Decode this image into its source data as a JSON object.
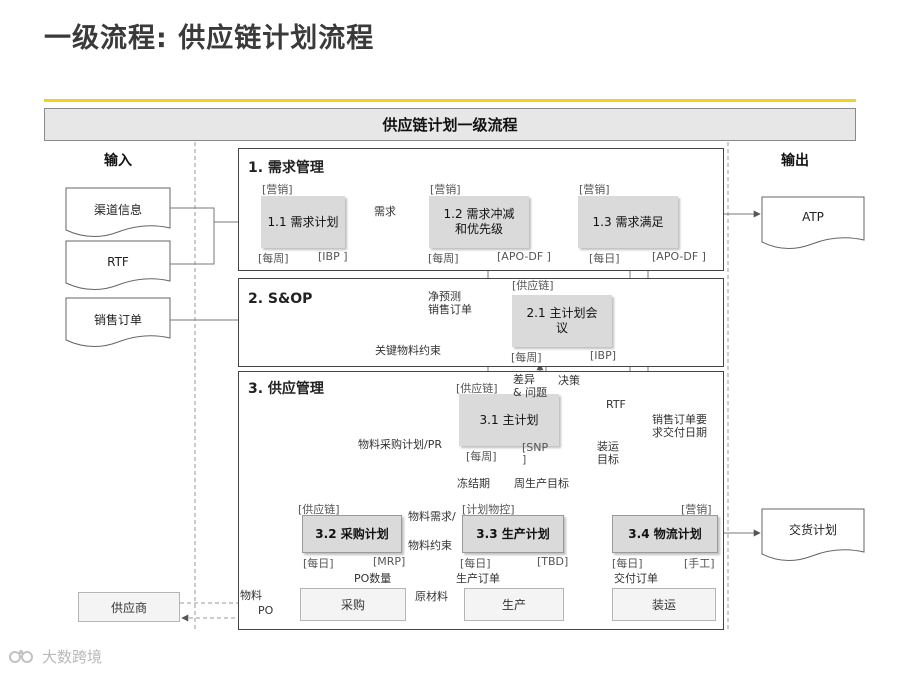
{
  "page_title": "一级流程: 供应链计划流程",
  "banner": "供应链计划一级流程",
  "columns": {
    "input": "输入",
    "output": "输出"
  },
  "inputs": [
    "渠道信息",
    "RTF",
    "销售订单"
  ],
  "outputs": [
    "ATP",
    "交货计划"
  ],
  "panels": {
    "demand": "1. 需求管理",
    "sop": "2. S&OP",
    "supply": "3. 供应管理"
  },
  "boxes": {
    "b11": {
      "label": "1.1 需求计划",
      "owner": "[营销]",
      "freq": "[每周]",
      "system": "[IBP ]"
    },
    "b12": {
      "label": "1.2 需求冲减\n和优先级",
      "owner": "[营销]",
      "freq": "[每周]",
      "system": "[APO-DF ]"
    },
    "b13": {
      "label": "1.3 需求满足",
      "owner": "[营销]",
      "freq": "[每日]",
      "system": "[APO-DF ]"
    },
    "b21": {
      "label": "2.1 主计划会\n议",
      "owner": "[供应链]",
      "freq": "[每周]",
      "system": "[IBP]"
    },
    "b31": {
      "label": "3.1 主计划",
      "owner": "[供应链]",
      "freq": "[每周]",
      "system": "[SNP\n]"
    },
    "b32": {
      "label": "3.2 采购计划",
      "owner": "[供应链]",
      "freq": "[每日]",
      "system": "[MRP]"
    },
    "b33": {
      "label": "3.3 生产计划",
      "owner": "[计划物控]",
      "freq": "[每日]",
      "system": "[TBD]"
    },
    "b34": {
      "label": "3.4 物流计划",
      "owner": "[营销]",
      "freq": "[每日]",
      "system": "[手工]"
    }
  },
  "execution": {
    "supplier": "供应商",
    "purchase": "采购",
    "production": "生产",
    "shipping": "装运"
  },
  "flow_labels": {
    "demand": "需求",
    "net_forecast": "净预测\n销售订单",
    "key_material": "关键物料约束",
    "diff_issue": "差异\n& 问题",
    "decision": "决策",
    "rtf": "RTF",
    "material_pr": "物料采购计划/PR",
    "freeze": "冻结期",
    "weekly_target": "周生产目标",
    "ship_target": "装运\n目标",
    "so_date": "销售订单要\n求交付日期",
    "material_demand": "物料需求/",
    "material_constraint": "物料约束",
    "po_qty": "PO数量",
    "prod_order": "生产订单",
    "delivery_order": "交付订单",
    "material": "物料",
    "po": "PO",
    "raw_material": "原材料"
  },
  "logo_text": "大数跨境",
  "colors": {
    "accent": "#f1d31c",
    "box_fill": "#dadada",
    "panel_border": "#444444"
  }
}
